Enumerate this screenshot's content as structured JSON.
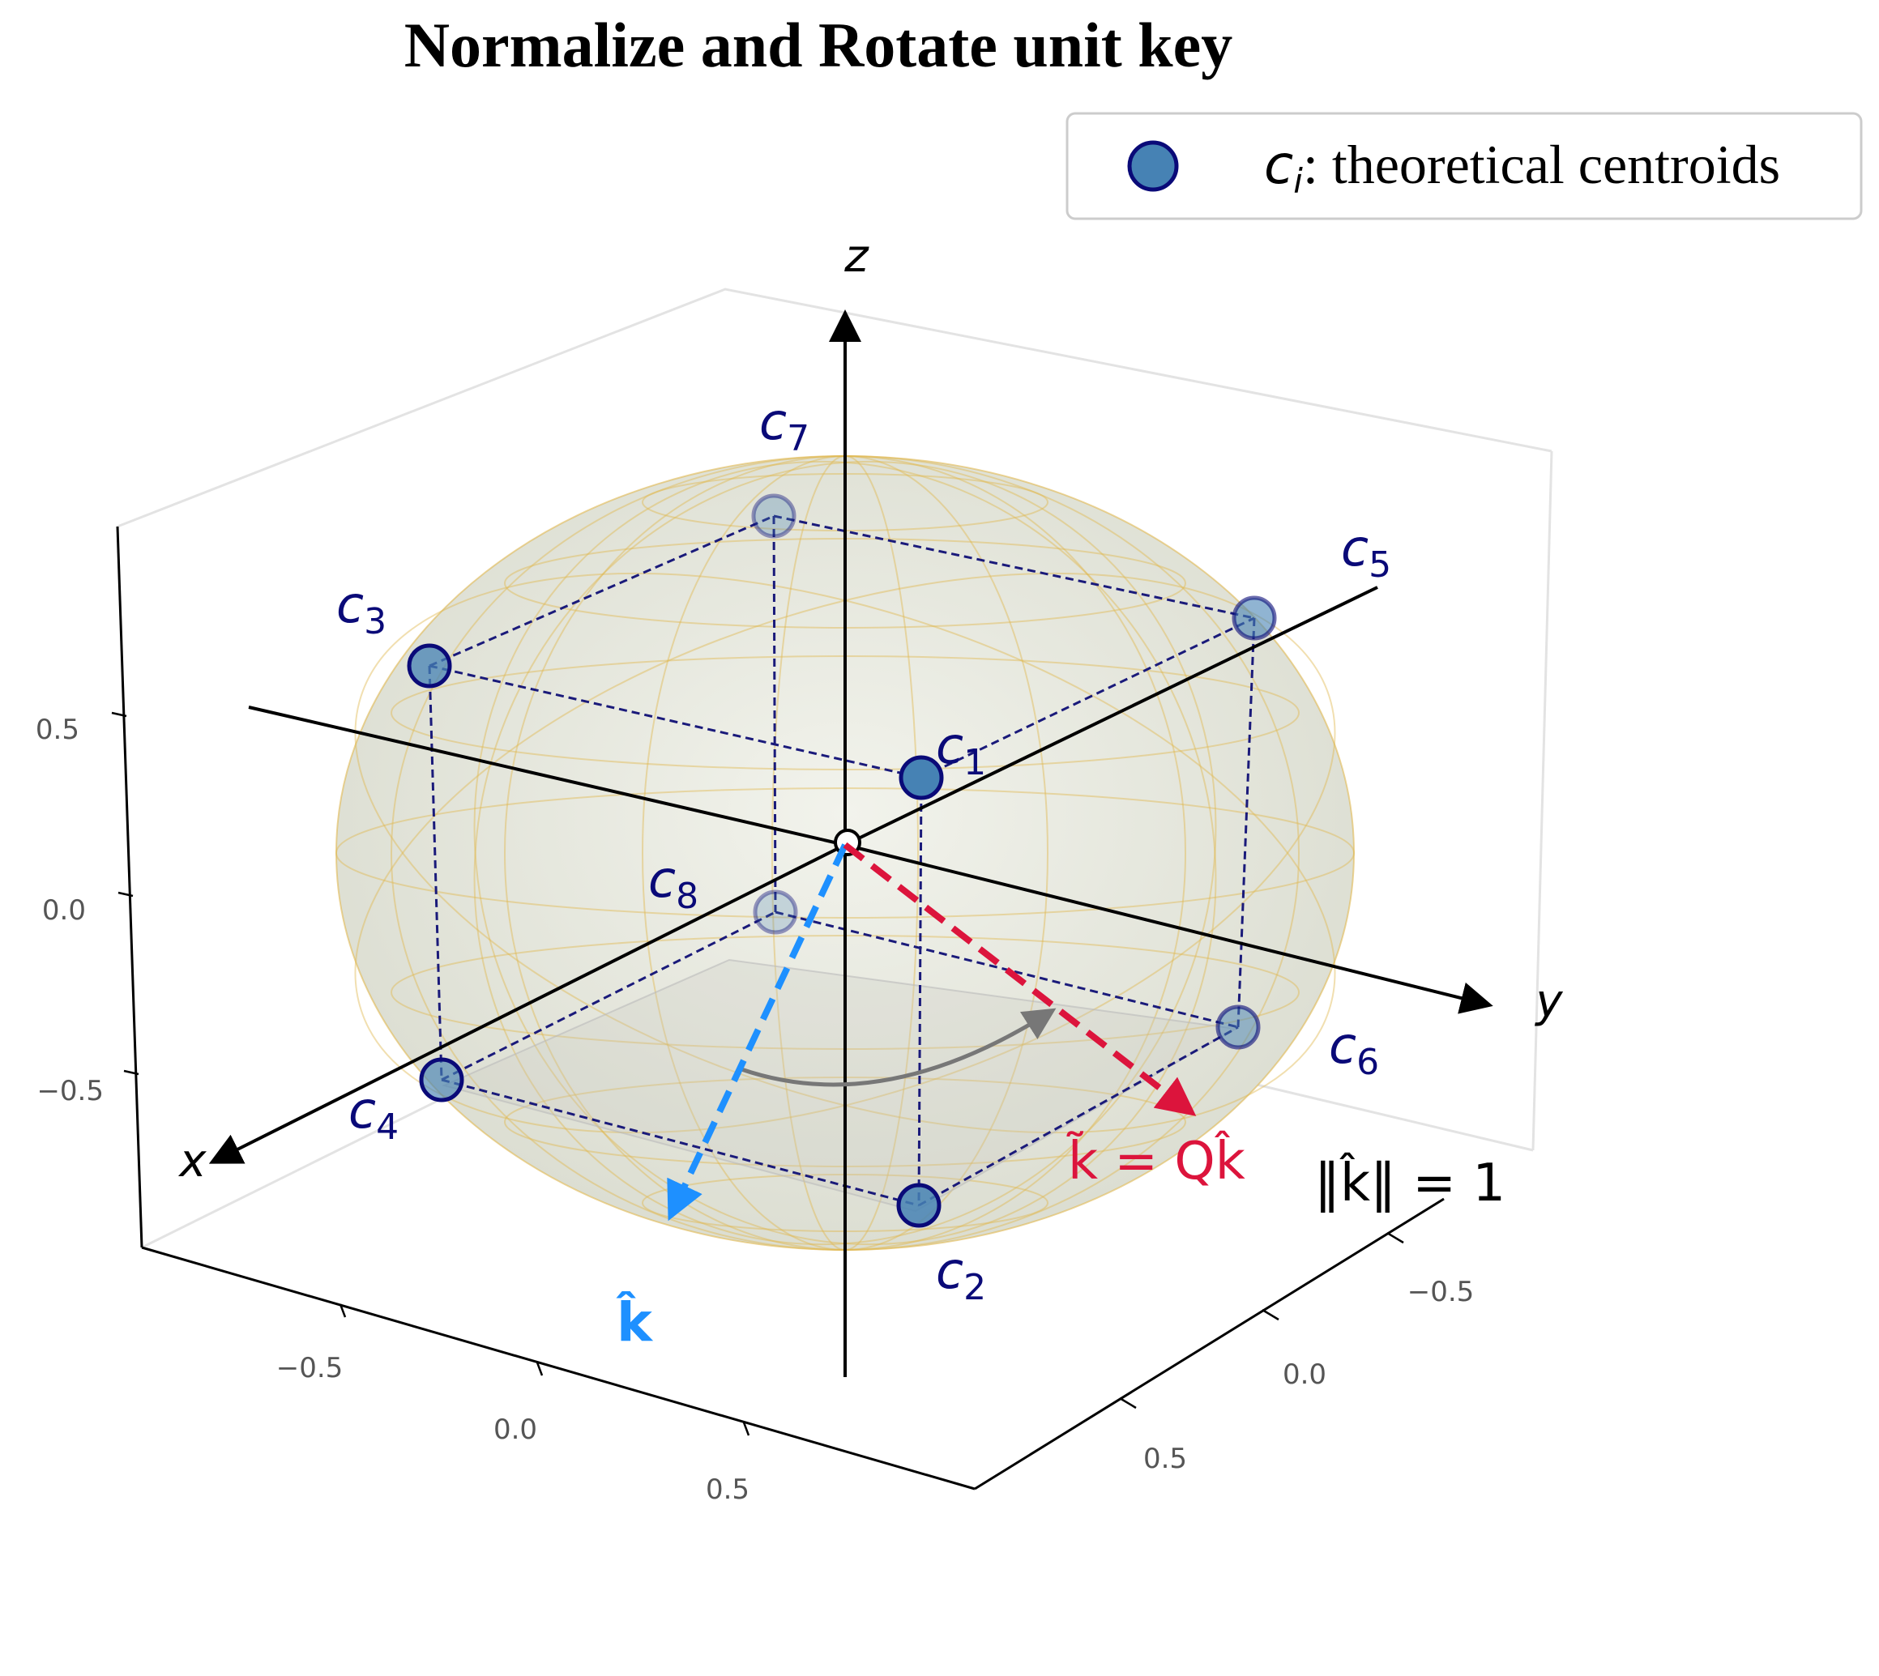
{
  "title": "Normalize and Rotate unit key",
  "legend": {
    "symbol": "c",
    "subscript": "i",
    "text": ": theoretical centroids",
    "marker_color": "#4682b4",
    "marker_edge": "#0a0a78"
  },
  "axes": {
    "x_label": "x",
    "y_label": "y",
    "z_label": "z",
    "z_ticks": [
      "0.5",
      "0.0",
      "−0.5"
    ],
    "x_ticks": [
      "−0.5",
      "0.0",
      "0.5"
    ],
    "y_ticks": [
      "−0.5",
      "0.0",
      "0.5"
    ]
  },
  "centroids": [
    {
      "symbol": "c",
      "index": "1"
    },
    {
      "symbol": "c",
      "index": "2"
    },
    {
      "symbol": "c",
      "index": "3"
    },
    {
      "symbol": "c",
      "index": "4"
    },
    {
      "symbol": "c",
      "index": "5"
    },
    {
      "symbol": "c",
      "index": "6"
    },
    {
      "symbol": "c",
      "index": "7"
    },
    {
      "symbol": "c",
      "index": "8"
    }
  ],
  "vectors": {
    "k_hat_label": "k̂",
    "k_tilde_label": "k̃ = Qk̂",
    "norm_label": "‖k̂‖ = 1"
  },
  "colors": {
    "centroid_face": "#4682b4",
    "centroid_edge": "#0a0a78",
    "cube_edge": "#1a1a7a",
    "k_hat": "#1e90ff",
    "k_tilde": "#dc143c",
    "sphere_face": "#e8eae0",
    "sphere_wire": "#e0b850"
  }
}
